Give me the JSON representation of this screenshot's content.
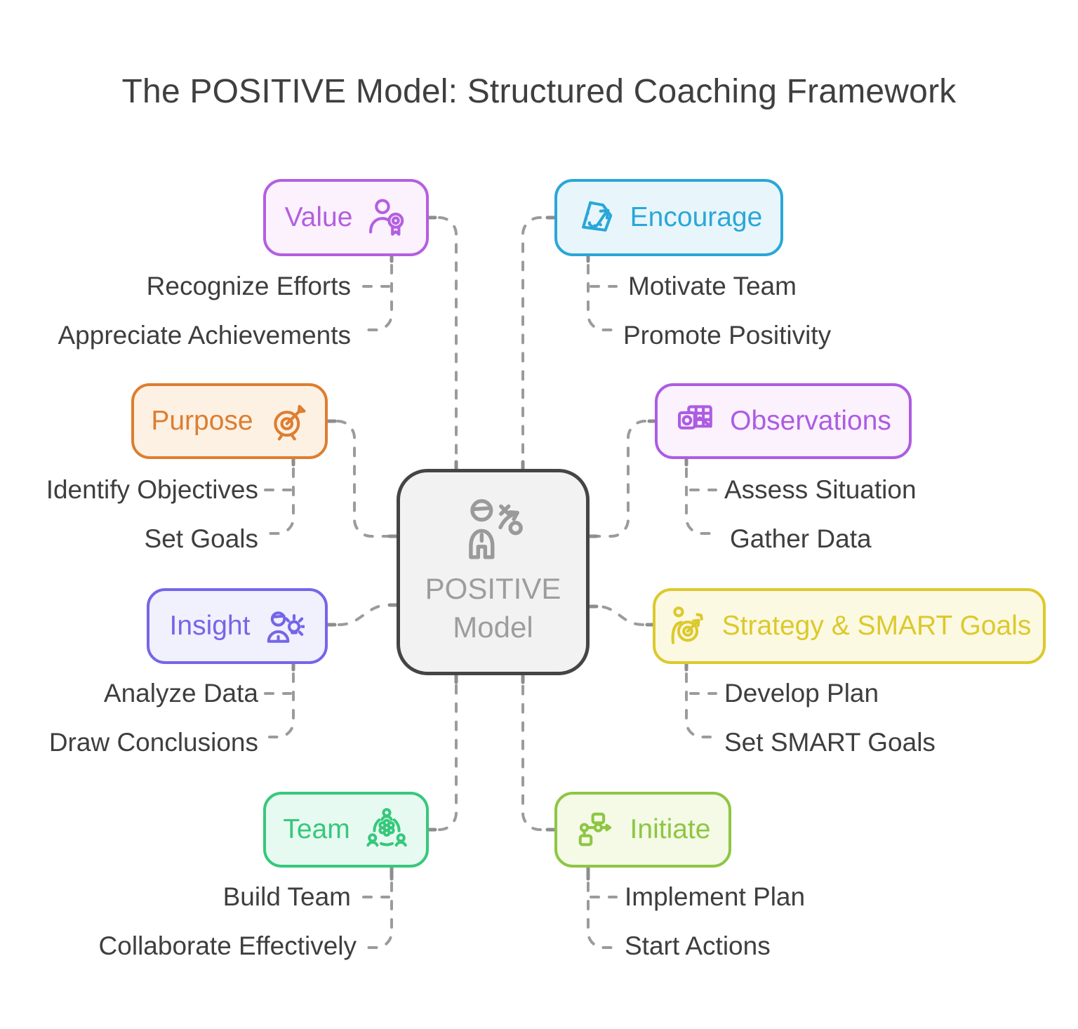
{
  "title": "The POSITIVE Model: Structured Coaching Framework",
  "title_color": "#3f3f3f",
  "center": {
    "label_line1": "POSITIVE",
    "label_line2": "Model",
    "icon": "coach-strategy-icon",
    "border_color": "#454545",
    "bg": "#f2f2f2",
    "text_color": "#9d9d9d"
  },
  "nodes": [
    {
      "id": "value",
      "label": "Value",
      "icon": "person-award-icon",
      "color": "#b45fe0",
      "bg": "#fbf2fd",
      "items": [
        "Recognize Efforts",
        "Appreciate Achievements"
      ]
    },
    {
      "id": "encourage",
      "label": "Encourage",
      "icon": "boost-arrow-icon",
      "color": "#2aa7d8",
      "bg": "#e8f6fc",
      "items": [
        "Motivate Team",
        "Promote Positivity"
      ]
    },
    {
      "id": "purpose",
      "label": "Purpose",
      "icon": "dart-target-icon",
      "color": "#dd7e30",
      "bg": "#fdf1e4",
      "items": [
        "Identify Objectives",
        "Set Goals"
      ]
    },
    {
      "id": "observations",
      "label": "Observations",
      "icon": "media-grid-icon",
      "color": "#ad5ce2",
      "bg": "#fbf2fd",
      "items": [
        "Assess Situation",
        "Gather Data"
      ]
    },
    {
      "id": "insight",
      "label": "Insight",
      "icon": "person-idea-icon",
      "color": "#7466e8",
      "bg": "#f1f0fd",
      "items": [
        "Analyze Data",
        "Draw Conclusions"
      ]
    },
    {
      "id": "strategy",
      "label": "Strategy & SMART Goals",
      "icon": "archer-target-icon",
      "color": "#dcc92d",
      "bg": "#fcf9e2",
      "items": [
        "Develop Plan",
        "Set SMART Goals"
      ]
    },
    {
      "id": "team",
      "label": "Team",
      "icon": "team-gear-icon",
      "color": "#36c87c",
      "bg": "#e7faf1",
      "items": [
        "Build Team",
        "Collaborate Effectively"
      ]
    },
    {
      "id": "initiate",
      "label": "Initiate",
      "icon": "flowchart-icon",
      "color": "#8ec643",
      "bg": "#f4fae5",
      "items": [
        "Implement Plan",
        "Start Actions"
      ]
    }
  ],
  "connectors": {
    "dash_color": "#9b9b9b",
    "stub_color": "#8d8d8d"
  }
}
